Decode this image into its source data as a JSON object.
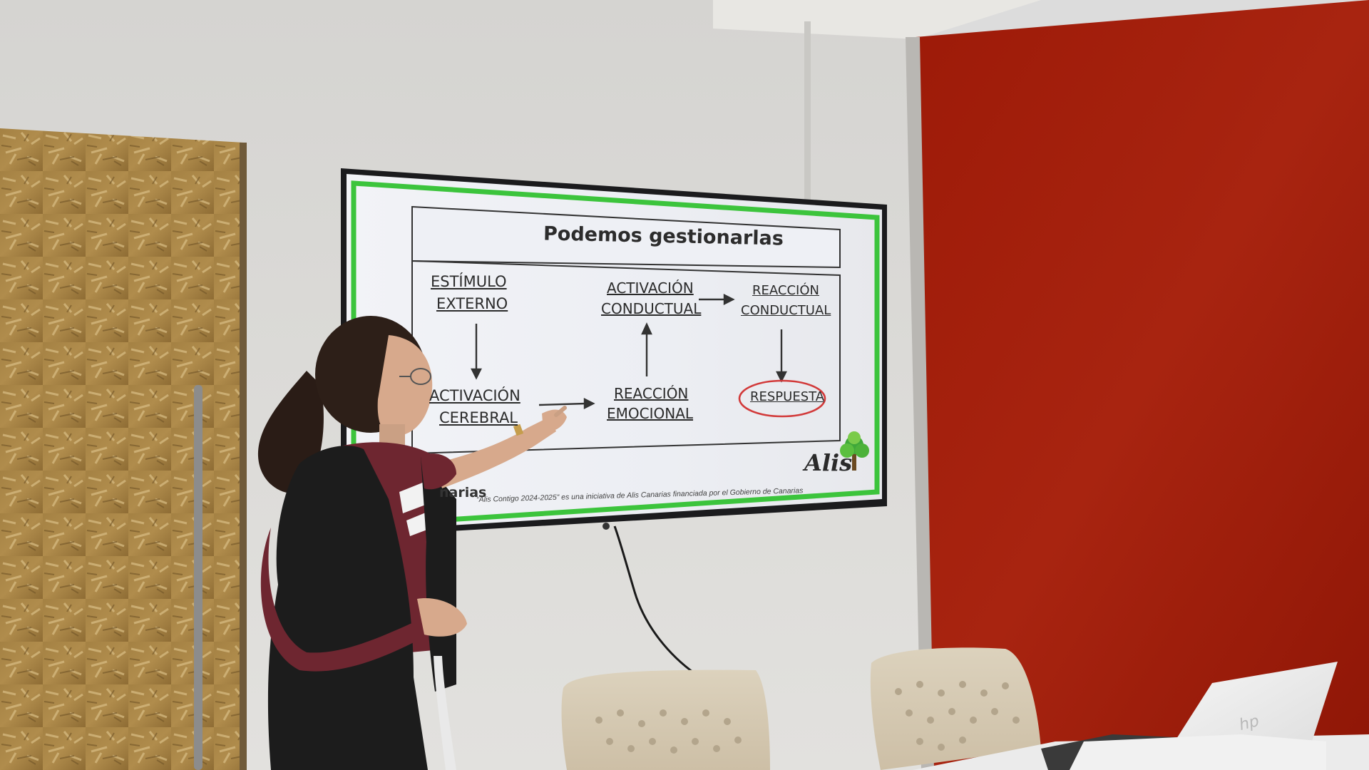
{
  "slide": {
    "title": "Podemos gestionarlas",
    "nodes": {
      "estimulo_line1": "ESTÍMULO",
      "estimulo_line2": "EXTERNO",
      "activacion_cerebral_line1": "ACTIVACIÓN",
      "activacion_cerebral_line2": "CEREBRAL",
      "reaccion_emocional_line1": "REACCIÓN",
      "reaccion_emocional_line2": "EMOCIONAL",
      "activacion_conductual_line1": "ACTIVACIÓN",
      "activacion_conductual_line2": "CONDUCTUAL",
      "reaccion_conductual_line1": "REACCIÓN",
      "reaccion_conductual_line2": "CONDUCTUAL",
      "respuesta": "RESPUESTA"
    },
    "footer": "“Alis Contigo 2024-2025” es una iniciativa de Alis Canarias financiada por el Gobierno de Canarias",
    "canarias_fragment": "narias",
    "brand": "Alis"
  },
  "laptop": {
    "logo": "hp"
  },
  "colors": {
    "slide_border": "#3cc43c",
    "respuesta_circle": "#d23a3a",
    "wall_red": "#a51d0c",
    "wall_white": "#d9d9d7",
    "osb_board": "#a8823f",
    "shirt": "#6e2630",
    "vest": "#1c1c1c"
  },
  "icons": [
    "tree-icon",
    "arrow-down-icon",
    "arrow-right-icon",
    "arrow-up-icon"
  ]
}
